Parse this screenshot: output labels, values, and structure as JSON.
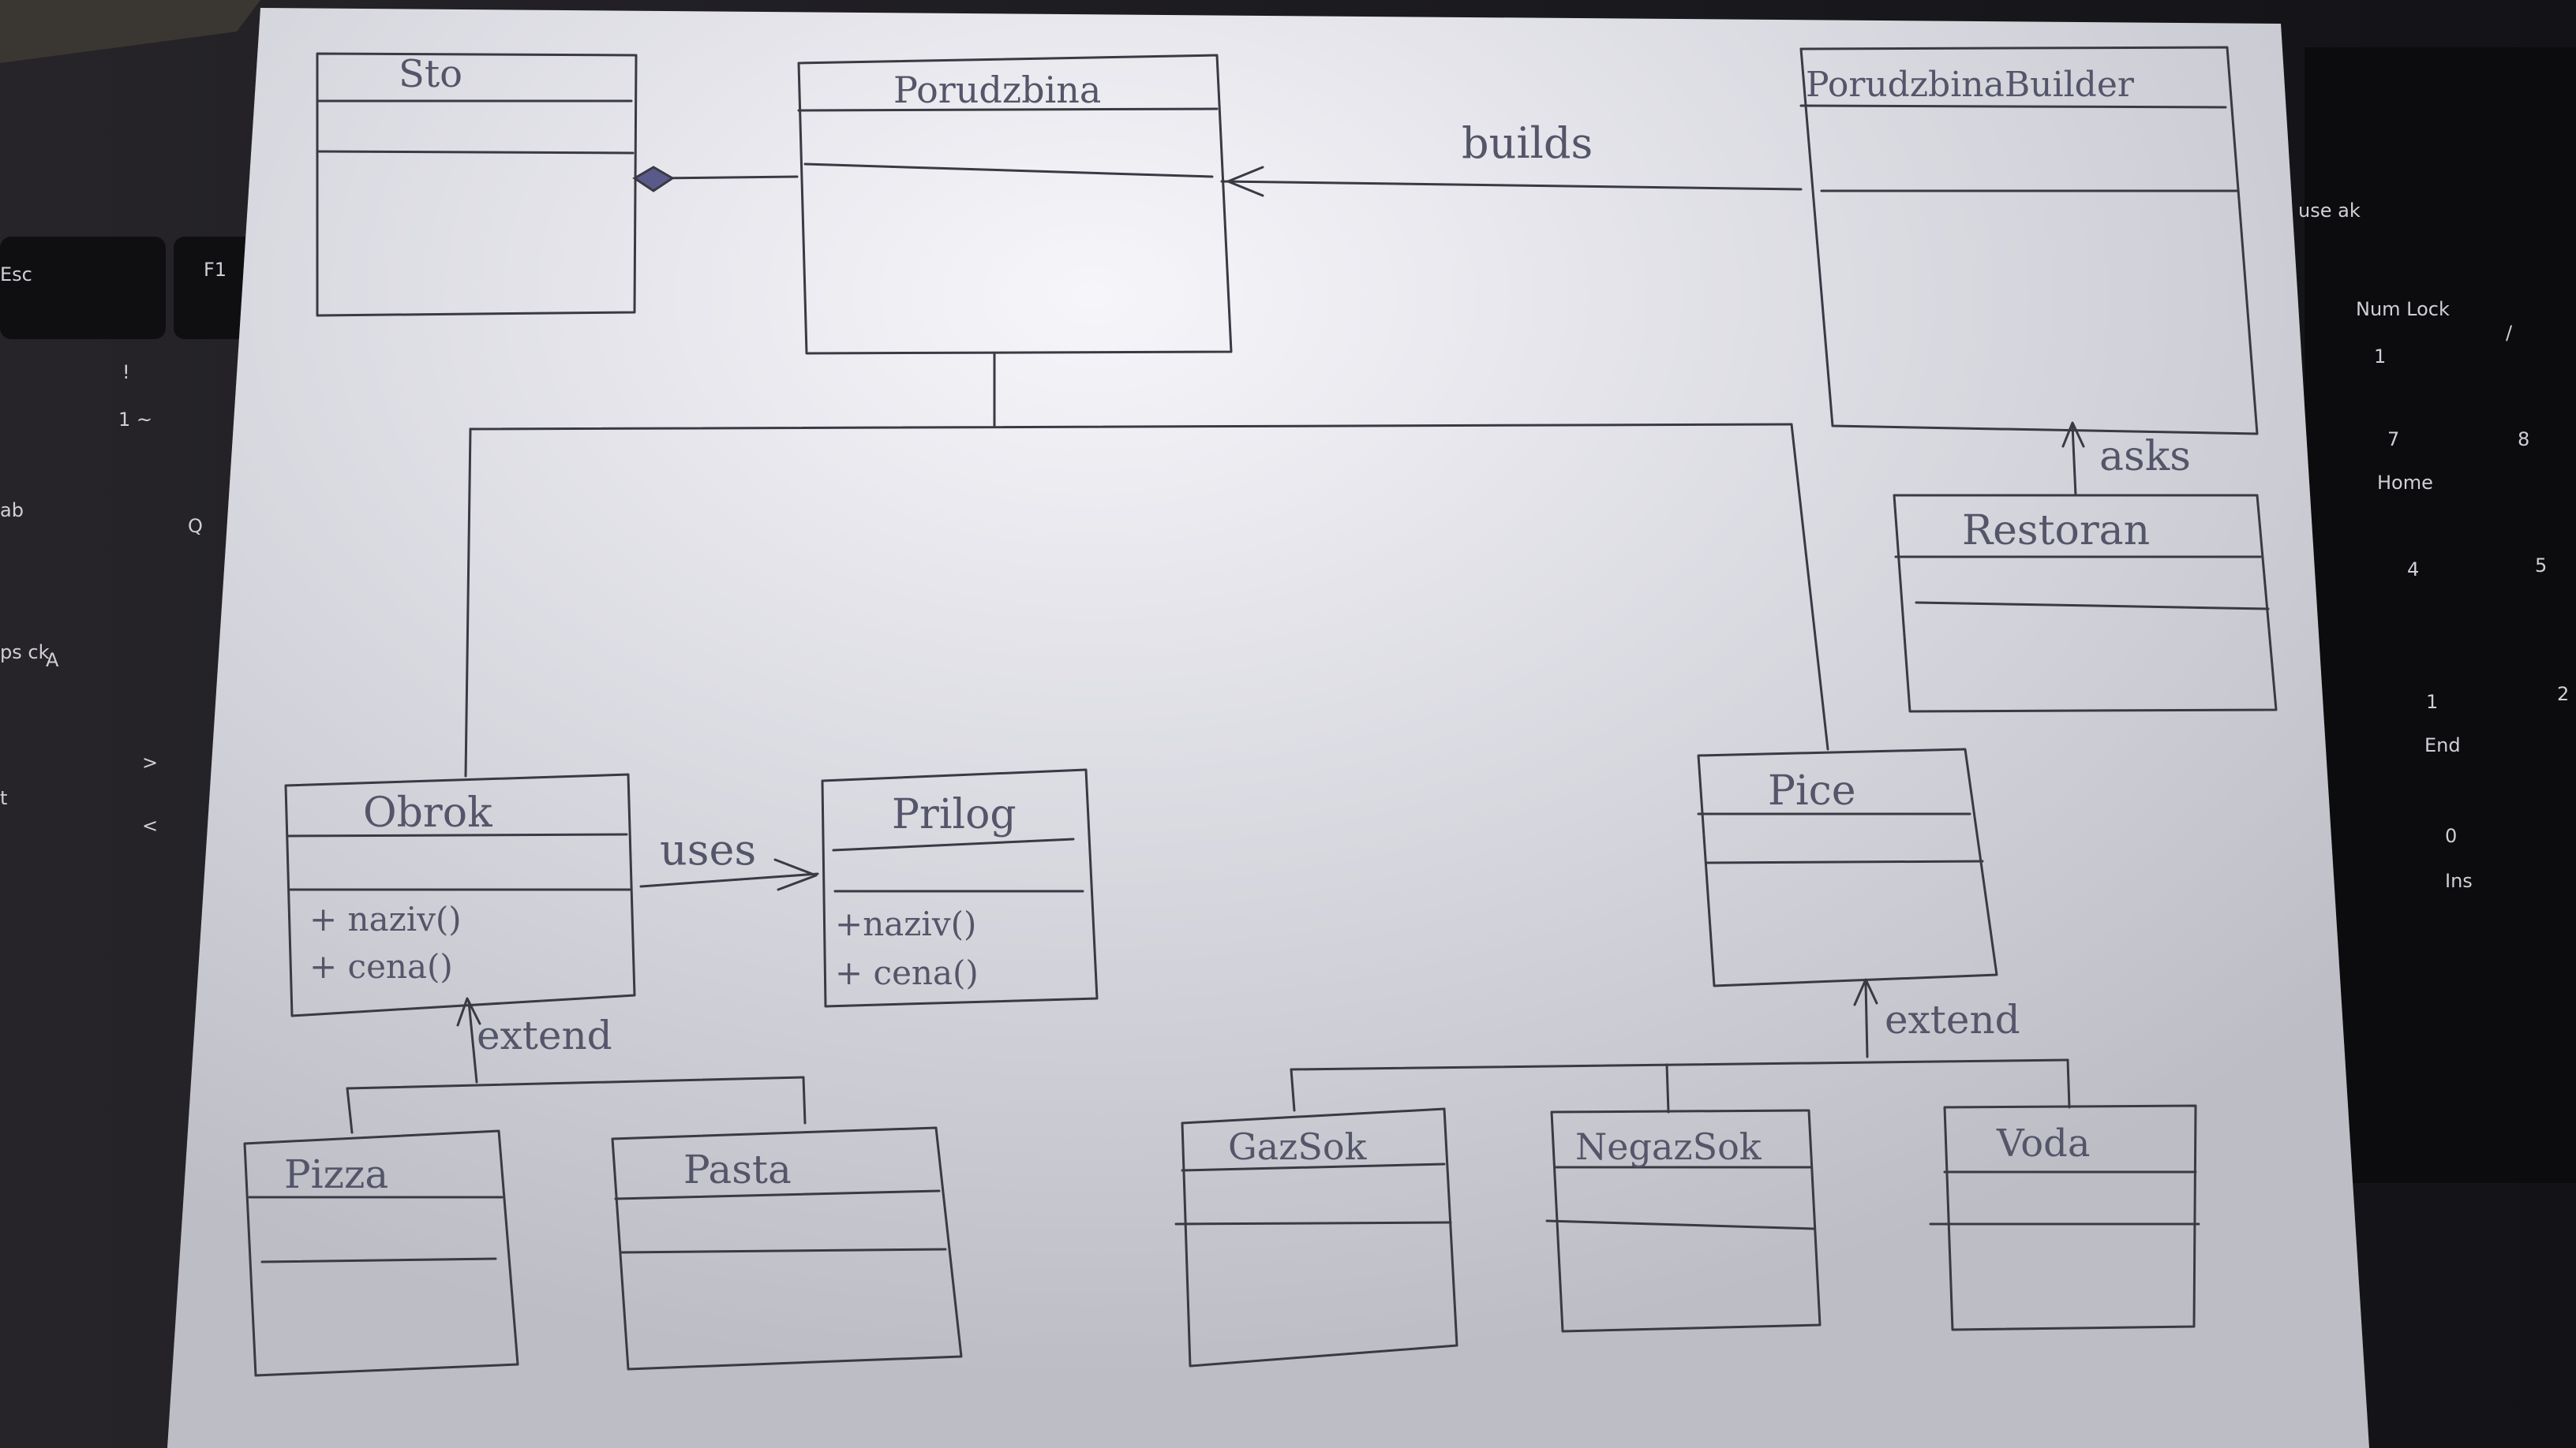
{
  "keyboard_left": {
    "keys": [
      "Esc",
      "F1",
      "!",
      "1 ~",
      "ab",
      "Q",
      "ps ck",
      "A",
      "t",
      ">",
      "<"
    ]
  },
  "keyboard_right": {
    "keys": [
      "use ak",
      "Num Lock",
      "1",
      "/",
      "7",
      "Home",
      "8",
      "4",
      "5",
      "1",
      "End",
      "2",
      "0",
      "Ins"
    ]
  },
  "diagram": {
    "classes": {
      "sto": "Sto",
      "porudzbina": "Porudzbina",
      "builder": "PorudzbinaBuilder",
      "restoran": "Restoran",
      "obrok": "Obrok",
      "prilog": "Prilog",
      "pice": "Pice",
      "pizza": "Pizza",
      "pasta": "Pasta",
      "gazsok": "GazSok",
      "negazsok": "NegazSok",
      "voda": "Voda"
    },
    "methods": {
      "obrok": [
        "+ naziv()",
        "+ cena()"
      ],
      "prilog": [
        "+naziv()",
        "+ cena()"
      ]
    },
    "relations": {
      "builds": "builds",
      "asks": "asks",
      "uses": "uses",
      "extend_obrok": "extend",
      "extend_pice": "extend"
    }
  }
}
